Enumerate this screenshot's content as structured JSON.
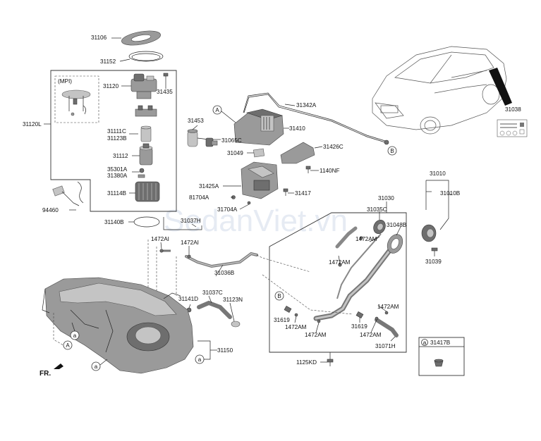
{
  "watermark": "SedanViet.vn",
  "direction_label": "FR.",
  "mpi_label": "(MPI)",
  "inset_label": "31417B",
  "circle_markers": {
    "a": "a",
    "A": "A",
    "B": "B"
  },
  "part_labels": {
    "p31106": "31106",
    "p31152": "31152",
    "p31120": "31120",
    "p31435": "31435",
    "p31120L": "31120L",
    "p31111C": "31111C",
    "p31123B": "31123B",
    "p31112": "31112",
    "p35301A": "35301A",
    "p31380A": "31380A",
    "p31114B": "31114B",
    "p94460": "94460",
    "p31140B": "31140B",
    "p31453": "31453",
    "p31065C": "31065C",
    "p31410": "31410",
    "p31342A": "31342A",
    "p31049": "31049",
    "p31426C": "31426C",
    "p1140NF": "1140NF",
    "p31425A": "31425A",
    "p81704A": "81704A",
    "p31417": "31417",
    "p31704A": "31704A",
    "p31037H": "31037H",
    "p1472AI_a": "1472AI",
    "p1472AI_b": "1472AI",
    "p31036B": "31036B",
    "p31037C": "31037C",
    "p31141D": "31141D",
    "p31123N": "31123N",
    "p31150": "31150",
    "p31030": "31030",
    "p31035C": "31035C",
    "p31048B": "31048B",
    "p1472AM_a": "1472AM",
    "p1472AM_b": "1472AM",
    "p1472AM_c": "1472AM",
    "p1472AM_d": "1472AM",
    "p1472AM_e": "1472AM",
    "p1472AM_f": "1472AM",
    "p31619_a": "31619",
    "p31619_b": "31619",
    "p31071H": "31071H",
    "p1125KD": "1125KD",
    "p31010": "31010",
    "p31010B": "31010B",
    "p31039": "31039",
    "p31038": "31038"
  }
}
